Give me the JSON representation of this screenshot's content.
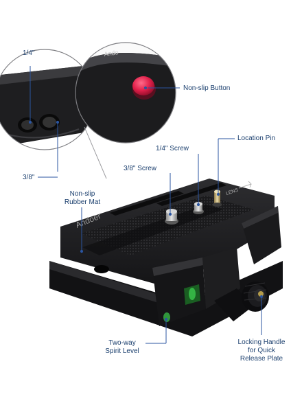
{
  "callouts": {
    "quarter_inch_hole": "1/4\"",
    "three_eighths_hole": "3/8\"",
    "non_slip_button": "Non-slip Button",
    "location_pin": "Location Pin",
    "quarter_inch_screw": "1/4\" Screw",
    "three_eighths_screw": "3/8\" Screw",
    "rubber_mat": [
      "Non-slip",
      "Rubber Mat"
    ],
    "spirit_level": [
      "Two-way",
      "Spirit Level"
    ],
    "locking_handle": [
      "Locking Handle",
      "for Quick",
      "Release Plate"
    ]
  },
  "product_markings": {
    "brand": "Andoer",
    "lens_arrow": "LENS"
  },
  "colors": {
    "callout_text": "#1b3f6e",
    "callout_line": "#2b55a0",
    "button_red": "#e0204a",
    "body_black": "#1c1c1e",
    "level_green": "#39c24a"
  }
}
